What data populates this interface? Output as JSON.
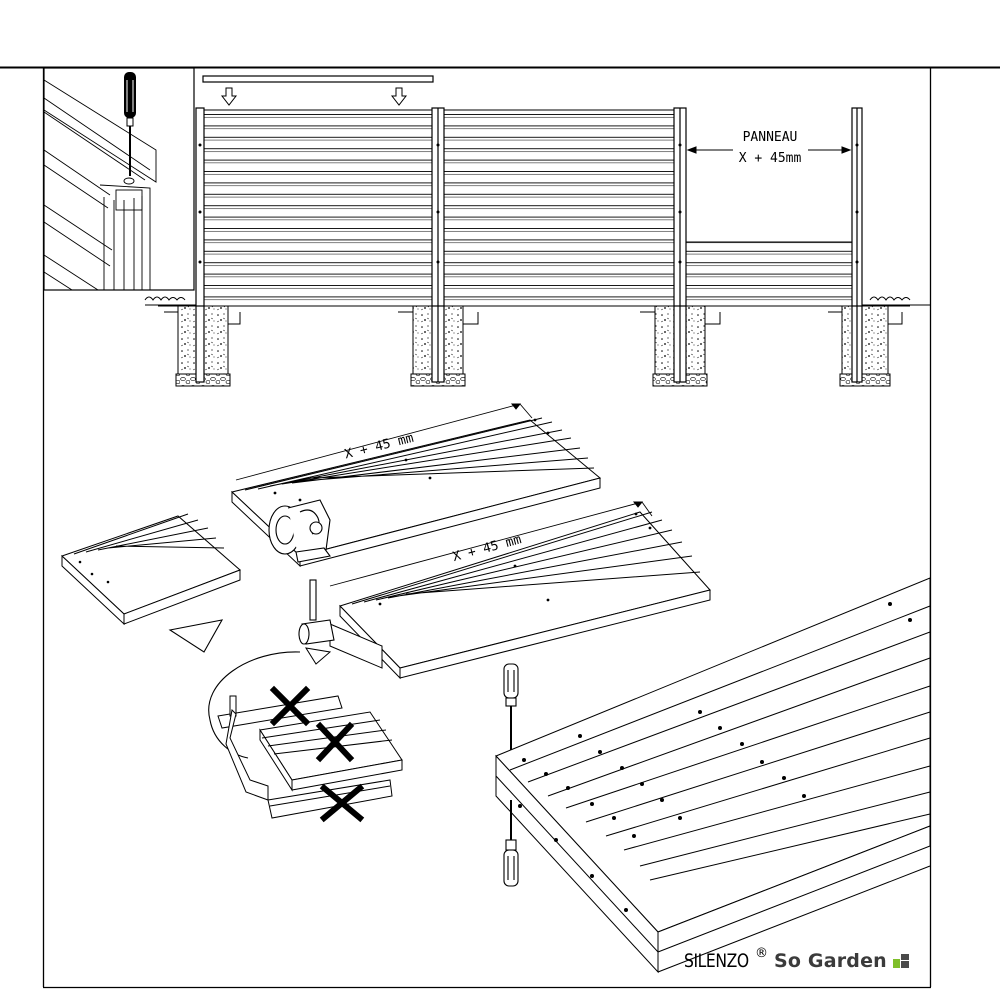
{
  "elevation": {
    "dimension_label": "PANNEAU",
    "dimension_value": "X + 45mm"
  },
  "cut_step": {
    "dim_top": "X + 45 mm",
    "dim_bottom": "X + 45 mm"
  },
  "footer": {
    "brand_name": "SILENZO",
    "registered_mark": "®",
    "logo_text": "So Garden",
    "logo_mark_colors": [
      "#7fbf2a",
      "#4a4a4a"
    ]
  },
  "icons": [
    "screwdriver-icon",
    "arrow-down-icon",
    "circular-saw-icon",
    "mallet-icon",
    "cross-mark-icon"
  ]
}
